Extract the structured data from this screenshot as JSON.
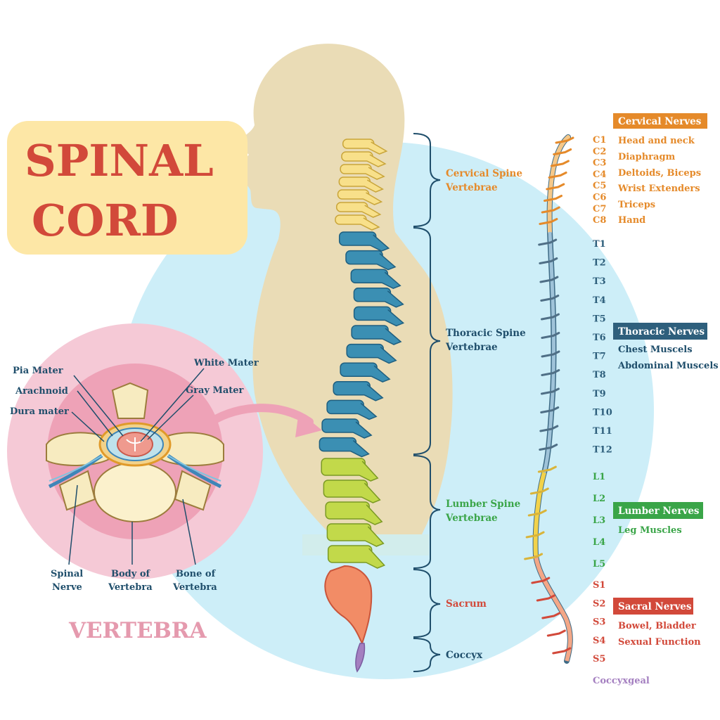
{
  "title": {
    "line1": "SPINAL",
    "line2": "CORD"
  },
  "colors": {
    "cervical": "#e58a2a",
    "thoracic": "#2e5f7c",
    "lumbar": "#3aa548",
    "sacral": "#d2493a",
    "coccygeal": "#a47fc0",
    "vertebra_label": "#e59aae"
  },
  "sections": {
    "cervical": [
      "Cervical Spine",
      "Vertebrae"
    ],
    "thoracic": [
      "Thoracic Spine",
      "Vertebrae"
    ],
    "lumbar": [
      "Lumber Spine",
      "Vertebrae"
    ],
    "sacrum": "Sacrum",
    "coccyx": "Coccyx"
  },
  "levels": {
    "cervical": [
      "C1",
      "C2",
      "C3",
      "C4",
      "C5",
      "C6",
      "C7",
      "C8"
    ],
    "thoracic": [
      "T1",
      "T2",
      "T3",
      "T4",
      "T5",
      "T6",
      "T7",
      "T8",
      "T9",
      "T10",
      "T11",
      "T12"
    ],
    "lumbar": [
      "L1",
      "L2",
      "L3",
      "L4",
      "L5"
    ],
    "sacral": [
      "S1",
      "S2",
      "S3",
      "S4",
      "S5"
    ],
    "coccygeal": "Coccyxgeal"
  },
  "nerves": {
    "cervical": {
      "header": "Cervical Nerves",
      "functions": [
        "Head and neck",
        "Diaphragm",
        "Deltoids, Biceps",
        "Wrist Extenders",
        "Triceps",
        "Hand"
      ]
    },
    "thoracic": {
      "header": "Thoracic Nerves",
      "functions": [
        "Chest Muscels",
        "Abdominal Muscels"
      ]
    },
    "lumbar": {
      "header": "Lumber Nerves",
      "functions": [
        "Leg Muscles"
      ]
    },
    "sacral": {
      "header": "Sacral Nerves",
      "functions": [
        "Bowel, Bladder",
        "Sexual Function"
      ]
    }
  },
  "vertebra": {
    "title": "VERTEBRA",
    "labels": {
      "pia_mater": "Pia Mater",
      "arachnoid": "Arachnoid",
      "dura_mater": "Dura mater",
      "white_mater": "White Mater",
      "gray_mater": "Gray Mater",
      "spinal_nerve": [
        "Spinal",
        "Nerve"
      ],
      "body_of_vertebra": [
        "Body of",
        "Vertebra"
      ],
      "bone_of_vertebra": [
        "Bone of",
        "Vertebra"
      ]
    }
  }
}
